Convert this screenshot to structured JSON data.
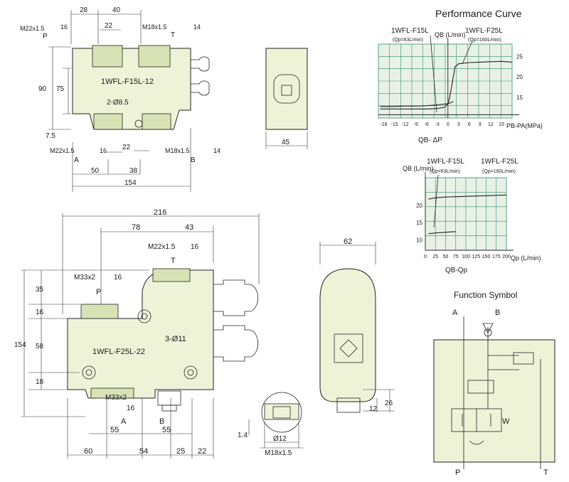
{
  "labels": {
    "perf_title": "Performance Curve",
    "func_title": "Function Symbol",
    "model_small": "1WFL-F15L-12",
    "model_large": "1WFL-F25L-22"
  },
  "top_view": {
    "dims": [
      "28",
      "40",
      "22",
      "90",
      "75",
      "7.5",
      "16",
      "16",
      "22",
      "50",
      "38",
      "154",
      "14",
      "14"
    ],
    "threads": [
      "M22x1.5",
      "M18x1.5",
      "M22x1.5",
      "M18x1.5"
    ],
    "ports": [
      "P",
      "T",
      "A",
      "B"
    ],
    "hole": "2-Ø8.5"
  },
  "side_small": {
    "dim": "45"
  },
  "front_view": {
    "dims": [
      "216",
      "78",
      "43",
      "35",
      "16",
      "58",
      "18",
      "154",
      "16",
      "16",
      "16",
      "55",
      "55",
      "60",
      "54",
      "25",
      "22"
    ],
    "threads": [
      "M22x1.5",
      "M33x2",
      "M33x2"
    ],
    "ports": [
      "T",
      "P",
      "A",
      "B"
    ],
    "hole": "3-Ø11"
  },
  "side_large": {
    "dims": [
      "62",
      "12",
      "26"
    ]
  },
  "detail": {
    "dims": [
      "1.4",
      "Ø12",
      "M18x1.5"
    ]
  },
  "chart_data": [
    {
      "type": "line",
      "xlabel": "PB-PA(MPa)",
      "ylabel": "QB (L/min)",
      "caption": "QB- ΔP",
      "x_ticks": [
        "-18",
        "-15",
        "-12",
        "-9",
        "-6",
        "-3",
        "0",
        "3",
        "6",
        "9",
        "12",
        "15"
      ],
      "y_ticks": [
        "15",
        "20",
        "25"
      ],
      "ylim": [
        10,
        28
      ],
      "series": [
        {
          "name": "1WFL-F15L (Qp=63L/min)",
          "x": [
            -19,
            -15,
            -12,
            -9,
            -6,
            -3,
            0,
            1.5
          ],
          "y": [
            12.8,
            12.8,
            12.9,
            12.9,
            13,
            13.2,
            13.5,
            14
          ]
        },
        {
          "name": "1WFL-F25L (Qp=160L/min)",
          "x": [
            -19,
            -6,
            -3,
            -1,
            0,
            0.5,
            2,
            3,
            6,
            9,
            12,
            15,
            18
          ],
          "y": [
            12.2,
            12.2,
            12.3,
            12.6,
            13.5,
            15,
            22.5,
            23.2,
            23.5,
            23.6,
            23.7,
            23.8,
            23.6
          ]
        }
      ]
    },
    {
      "type": "line",
      "xlabel": "Qp (L/min)",
      "ylabel": "QB (L/min)",
      "caption": "QB-Qp",
      "x_ticks": [
        "0",
        "25",
        "50",
        "75",
        "100",
        "125",
        "150",
        "175",
        "200"
      ],
      "y_ticks": [
        "10",
        "15",
        "20"
      ],
      "ylim": [
        7,
        28
      ],
      "series": [
        {
          "name": "1WFL-F15L (Qp=63L/min)",
          "x": [
            8,
            25,
            50,
            75
          ],
          "y": [
            11.8,
            12,
            12.2,
            12.4
          ]
        },
        {
          "name": "1WFL-F25L (Qp=160L/min)",
          "x": [
            8,
            25,
            50,
            100,
            150,
            200
          ],
          "y": [
            21.8,
            22.2,
            22.4,
            22.6,
            22.8,
            23
          ]
        }
      ]
    }
  ],
  "series_labels": {
    "f15": "1WFL-F15L",
    "f15q": "(Qp=63L/min)",
    "f25": "1WFL-F25L",
    "f25q": "(Qp=160L/min)"
  },
  "symbol": {
    "ports": [
      "A",
      "B",
      "P",
      "T"
    ],
    "spring": "W"
  }
}
